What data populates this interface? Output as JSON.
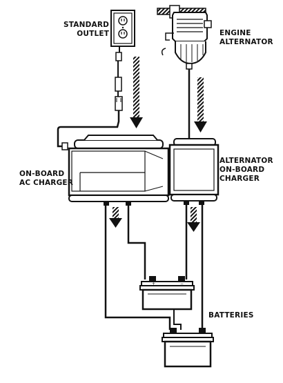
{
  "labels": {
    "standard_outlet": [
      "STANDARD",
      "OUTLET"
    ],
    "engine_alternator": [
      "ENGINE",
      "ALTERNATOR"
    ],
    "onboard_ac_charger": [
      "ON-BOARD",
      "AC CHARGER"
    ],
    "alternator_onboard_charger": [
      "ALTERNATOR",
      "ON-BOARD",
      "CHARGER"
    ],
    "batteries": "BATTERIES"
  },
  "colors": {
    "ink": "#111111",
    "paper": "#ffffff",
    "shade": "#cfcfcf"
  }
}
